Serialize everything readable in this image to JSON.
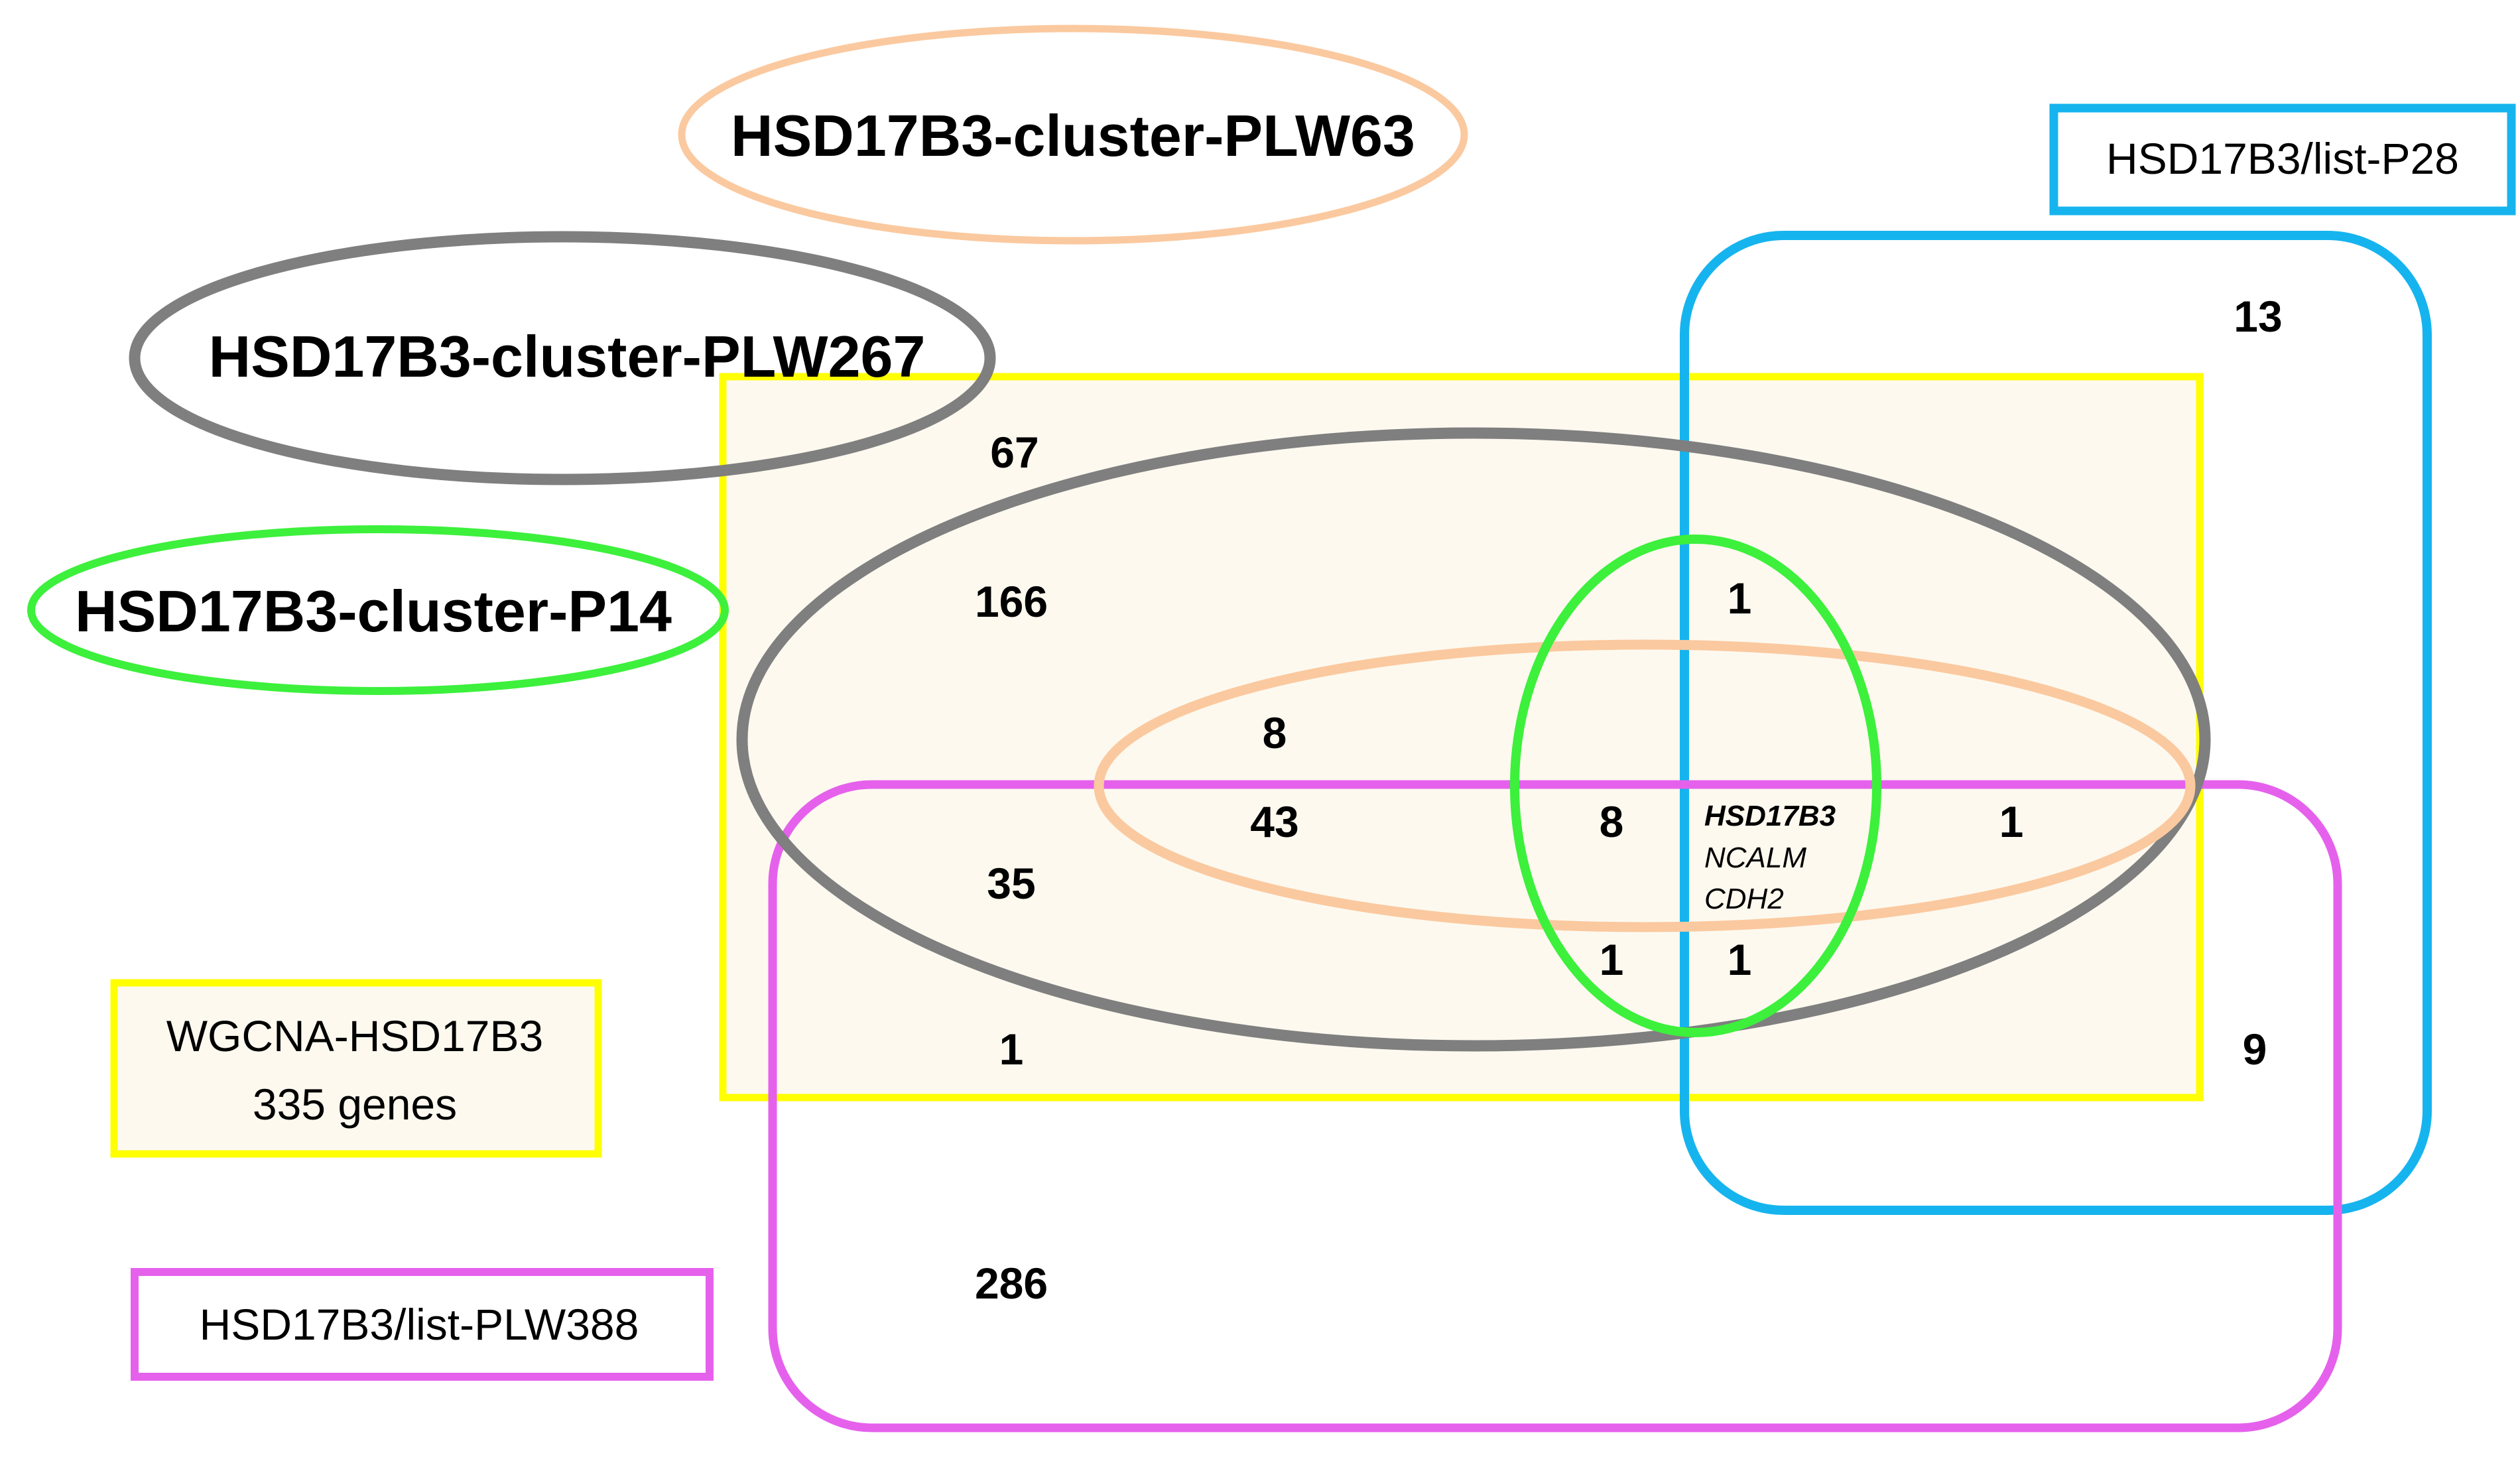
{
  "sets": {
    "plw63": {
      "label": "HSD17B3-cluster-PLW63",
      "color": "#fbc99f"
    },
    "plw267": {
      "label": "HSD17B3-cluster-PLW267",
      "color": "#7f7f7f"
    },
    "p14": {
      "label": "HSD17B3-cluster-P14",
      "color": "#3cf03c"
    },
    "p28": {
      "label": "HSD17B3/list-P28",
      "color": "#16b4ee"
    },
    "wgcna": {
      "label_line1": "WGCNA-HSD17B3",
      "label_line2": "335 genes",
      "color": "#ffff00",
      "fill": "#fdf9ef"
    },
    "plw388": {
      "label": "HSD17B3/list-PLW388",
      "color": "#e561ec"
    }
  },
  "counts": {
    "wgcna_only": "67",
    "wgcna_plw267": "166",
    "wgcna_plw267_plw63": "8",
    "wgcna_plw267_plw63_plw388": "43",
    "wgcna_plw267_plw388": "35",
    "wgcna_plw388": "1",
    "plw388_only": "286",
    "p28_only": "13",
    "p14_plw267_p28": "1",
    "p14_plw63_plw388": "8",
    "p14_plw267_plw388": "1",
    "p14_plw267_plw388_p28": "1",
    "plw63_plw388_p28": "1",
    "wgcna_p28_plw388": "9"
  },
  "shared_genes": [
    "HSD17B3",
    "NCALM",
    "CDH2"
  ]
}
